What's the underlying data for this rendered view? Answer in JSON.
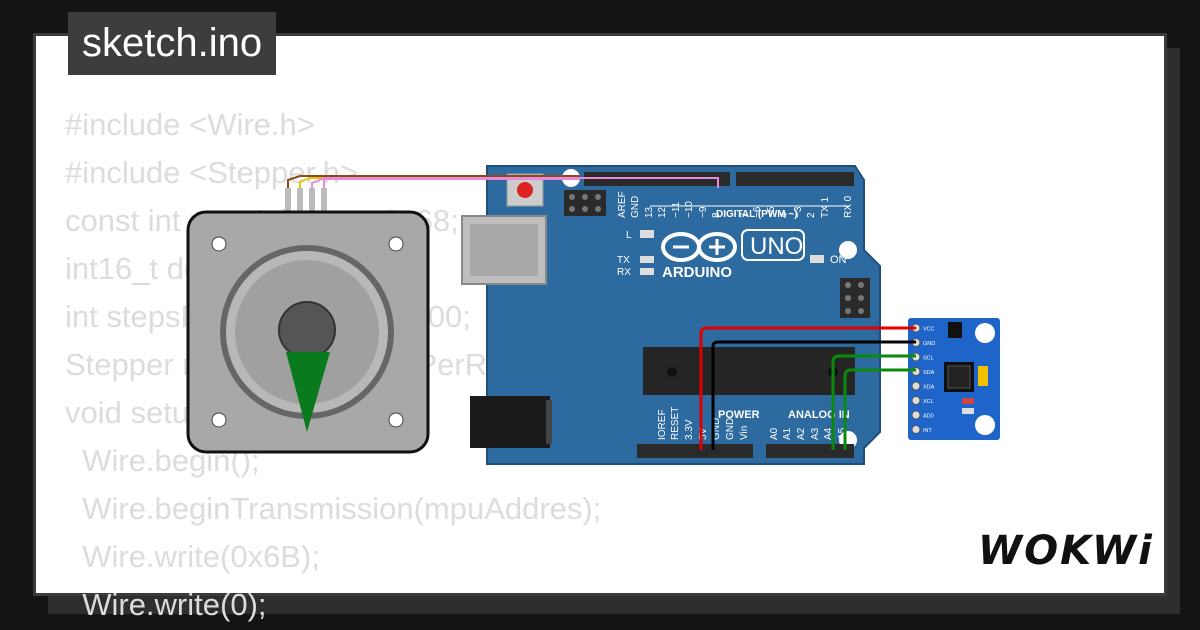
{
  "tab": {
    "filename": "sketch.ino"
  },
  "code_lines": [
    "#include <Wire.h>",
    "#include <Stepper.h>",
    "const int mpuAddres = 0x68;",
    "int16_t delay;",
    "int stepsPerRevolution = 200;",
    "Stepper myStepper(stepsPerRevolution",
    "void setup() {",
    "  Wire.begin();",
    "  Wire.beginTransmission(mpuAddres);",
    "  Wire.write(0x6B);",
    "  Wire.write(0);"
  ],
  "board": {
    "brand": "ARDUINO",
    "model": "UNO",
    "label_on": "ON",
    "label_l": "L",
    "label_tx": "TX",
    "label_rx": "RX",
    "digital_header": "DIGITAL (PWM ~)",
    "power_header": "POWER",
    "analog_header": "ANALOG IN",
    "digital_pins": [
      "AREF",
      "GND",
      "13",
      "12",
      "~11",
      "~10",
      "~9",
      "8",
      "7",
      "~6",
      "~5",
      "4",
      "~3",
      "2",
      "TX 1",
      "RX 0"
    ],
    "power_pins": [
      "IOREF",
      "RESET",
      "3.3V",
      "5V",
      "GND",
      "GND",
      "Vin"
    ],
    "analog_pins": [
      "A0",
      "A1",
      "A2",
      "A3",
      "A4",
      "A5"
    ]
  },
  "mpu_pins": [
    "VCC",
    "GND",
    "SCL",
    "SDA",
    "XDA",
    "XCL",
    "AD0",
    "INT"
  ],
  "brand_logo": "WOKWi",
  "colors": {
    "board_blue": "#2d6a9f",
    "wire_red": "#e00000",
    "wire_black": "#000000",
    "wire_green": "#0a8a0a",
    "wire_pink": "#e88ad9",
    "mpu_blue": "#1f64c8",
    "stepper_arrow": "#0a7a1e"
  }
}
